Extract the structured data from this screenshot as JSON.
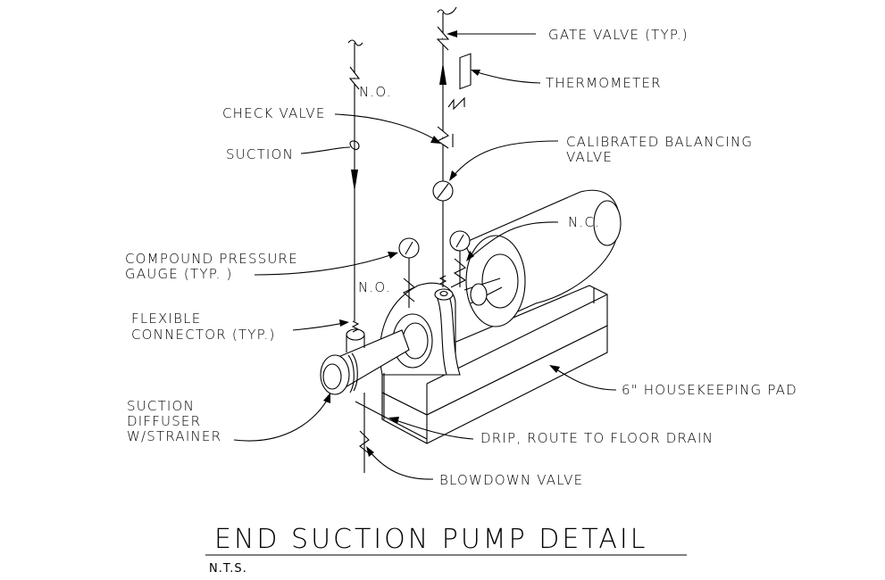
{
  "title": "END SUCTION PUMP DETAIL",
  "scale_note": "N.T.S.",
  "labels": {
    "gate_valve": "GATE VALVE (TYP.)",
    "thermometer": "THERMOMETER",
    "check_valve": "CHECK VALVE",
    "suction": "SUCTION",
    "no_top": "N.O.",
    "calibrated_balancing_valve_line1": "CALIBRATED BALANCING",
    "calibrated_balancing_valve_line2": "VALVE",
    "nc": "N.C.",
    "compound_pressure_gauge_line1": "COMPOUND PRESSURE",
    "compound_pressure_gauge_line2": "GAUGE (TYP. )",
    "no_lower": "N.O.",
    "flexible_connector_line1": "FLEXIBLE",
    "flexible_connector_line2": "CONNECTOR (TYP.)",
    "suction_diffuser_line1": "SUCTION",
    "suction_diffuser_line2": "DIFFUSER",
    "suction_diffuser_line3": "W/STRAINER",
    "housekeeping_pad": "6\" HOUSEKEEPING PAD",
    "drip": "DRIP, ROUTE TO FLOOR DRAIN",
    "blowdown_valve": "BLOWDOWN VALVE"
  },
  "colors": {
    "ink": "#000000",
    "paper": "#ffffff"
  }
}
